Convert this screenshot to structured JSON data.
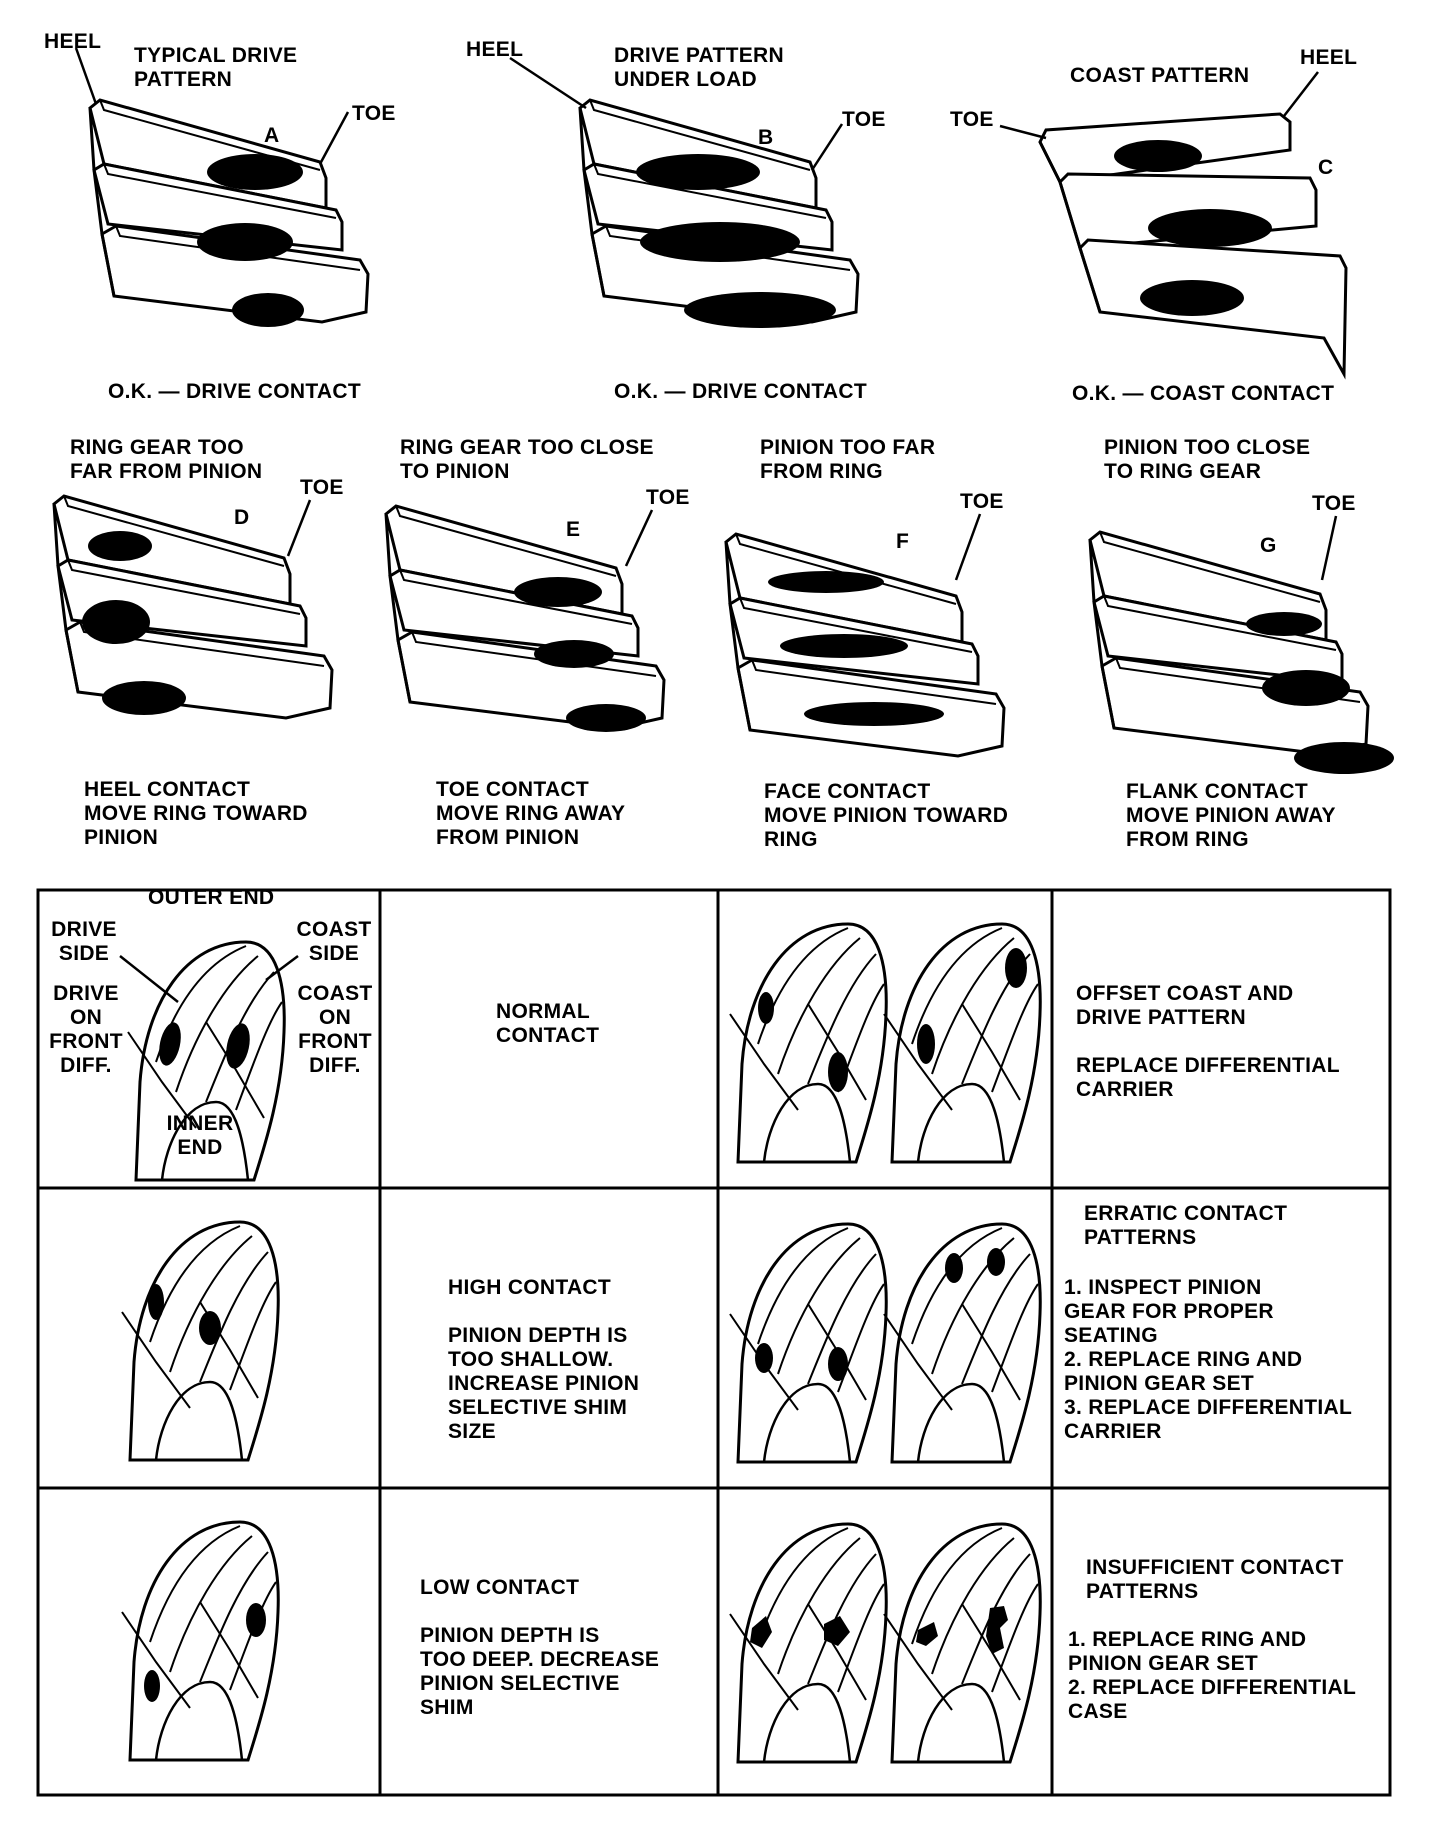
{
  "top_row": {
    "heel_a": "HEEL",
    "title_a": "TYPICAL DRIVE\nPATTERN",
    "toe_a": "TOE",
    "letter_a": "A",
    "caption_a": "O.K. — DRIVE CONTACT",
    "heel_b": "HEEL",
    "title_b": "DRIVE PATTERN\nUNDER LOAD",
    "toe_b": "TOE",
    "letter_b": "B",
    "caption_b": "O.K. — DRIVE CONTACT",
    "toe_c": "TOE",
    "title_c": "COAST PATTERN",
    "heel_c": "HEEL",
    "letter_c": "C",
    "caption_c": "O.K. — COAST CONTACT"
  },
  "mid_row": [
    {
      "title": "RING GEAR TOO\nFAR FROM PINION",
      "toe": "TOE",
      "letter": "D",
      "caption": "HEEL CONTACT\nMOVE RING TOWARD\nPINION"
    },
    {
      "title": "RING GEAR TOO CLOSE\nTO PINION",
      "toe": "TOE",
      "letter": "E",
      "caption": "TOE CONTACT\nMOVE RING AWAY\nFROM PINION"
    },
    {
      "title": "PINION TOO FAR\nFROM RING",
      "toe": "TOE",
      "letter": "F",
      "caption": "FACE CONTACT\nMOVE PINION TOWARD\nRING"
    },
    {
      "title": "PINION TOO CLOSE\nTO RING GEAR",
      "toe": "TOE",
      "letter": "G",
      "caption": "FLANK CONTACT\nMOVE PINION AWAY\nFROM RING"
    }
  ],
  "table": {
    "key": {
      "outer_end": "OUTER END",
      "drive_side": "DRIVE\nSIDE",
      "coast_side": "COAST\nSIDE",
      "drive_front": "DRIVE\nON\nFRONT\nDIFF.",
      "coast_front": "COAST\nON\nFRONT\nDIFF.",
      "inner_end": "INNER\nEND"
    },
    "row1": {
      "middle": "NORMAL\nCONTACT",
      "right": "OFFSET COAST AND\nDRIVE PATTERN\n\nREPLACE DIFFERENTIAL\nCARRIER"
    },
    "row2": {
      "middle": "HIGH CONTACT\n\nPINION DEPTH IS\nTOO SHALLOW.\nINCREASE PINION\nSELECTIVE SHIM\nSIZE",
      "right_title": "ERRATIC CONTACT\nPATTERNS",
      "right_items": [
        "1.  INSPECT PINION\n     GEAR FOR PROPER\n     SEATING",
        "2.  REPLACE RING AND\n     PINION GEAR SET",
        "3.  REPLACE DIFFERENTIAL\n     CARRIER"
      ]
    },
    "row3": {
      "middle": "LOW CONTACT\n\nPINION DEPTH IS\nTOO DEEP. DECREASE\nPINION SELECTIVE\nSHIM",
      "right_title": "INSUFFICIENT CONTACT\nPATTERNS",
      "right_items": [
        "1.  REPLACE RING AND\n     PINION GEAR SET",
        "2.  REPLACE DIFFERENTIAL\n     CASE"
      ]
    }
  }
}
